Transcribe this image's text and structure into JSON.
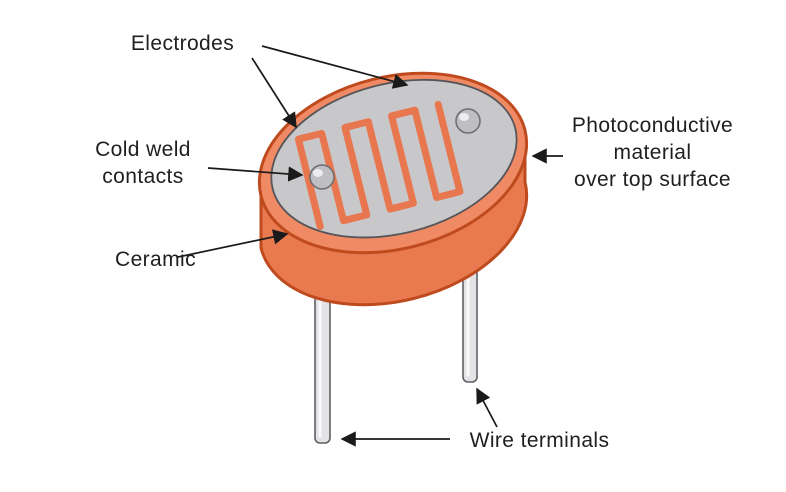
{
  "labels": {
    "electrodes": {
      "text": "Electrodes"
    },
    "cold_weld": {
      "text": "Cold weld\ncontacts"
    },
    "photoconductive": {
      "text": "Photoconductive\nmaterial\nover top surface"
    },
    "ceramic": {
      "text": "Ceramic"
    },
    "wire_terminals": {
      "text": "Wire terminals"
    }
  },
  "colors": {
    "ceramic_body": "#e97a50",
    "ceramic_rim": "#f08a64",
    "ceramic_outline": "#bf4a1e",
    "top_surface": "#c8c8ca",
    "surface_outline": "#55555a",
    "electrode_trace": "#e8764e",
    "metal": "#e3e3e5",
    "metal_outline": "#606065",
    "arrow": "#1a1a1a",
    "text": "#1f1f1f"
  }
}
